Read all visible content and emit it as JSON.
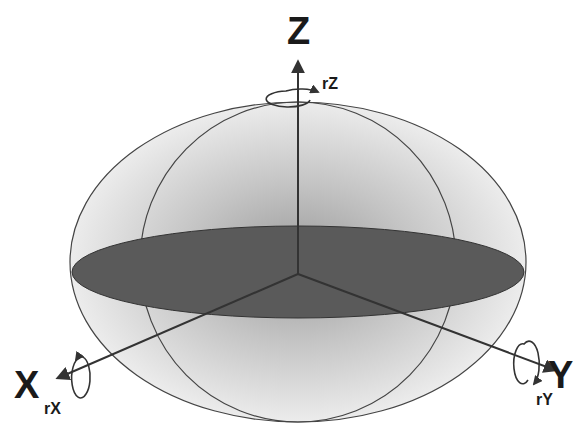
{
  "diagram": {
    "labels": [
      "Z",
      "rZ",
      "X",
      "rX",
      "Y",
      "rY"
    ]
  }
}
